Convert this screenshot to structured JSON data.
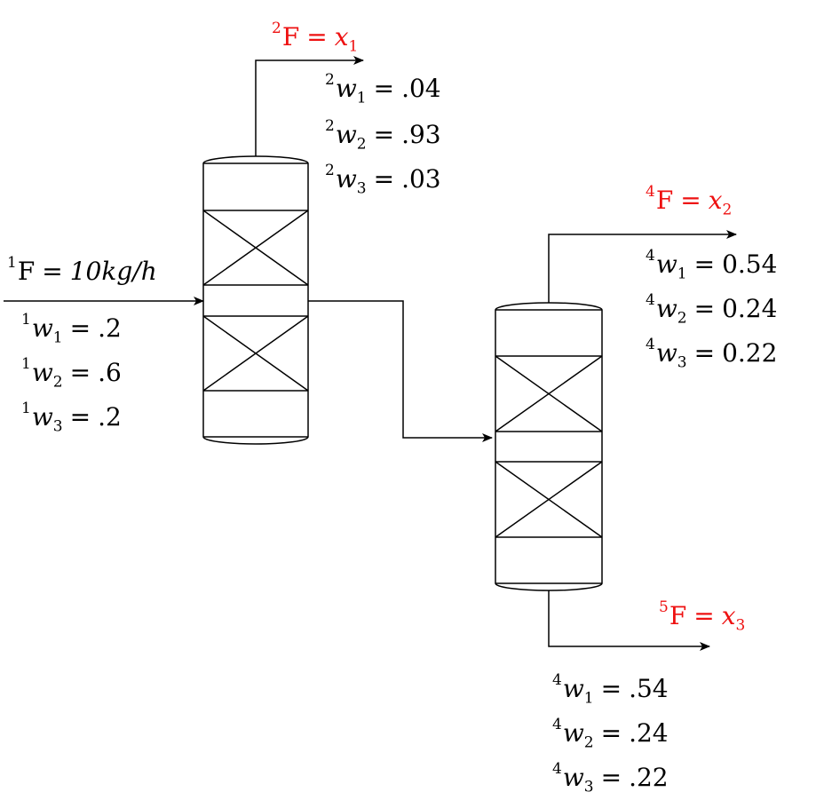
{
  "colors": {
    "stroke": "#000000",
    "product_label": "#ee1111"
  },
  "feed": {
    "stream": "1",
    "symbol": "F",
    "value": "10kg/h",
    "fractions": [
      {
        "stream": "1",
        "var": "w",
        "index": "1",
        "value": ".2"
      },
      {
        "stream": "1",
        "var": "w",
        "index": "2",
        "value": ".6"
      },
      {
        "stream": "1",
        "var": "w",
        "index": "3",
        "value": ".2"
      }
    ]
  },
  "top_product_1": {
    "stream": "2",
    "symbol": "F",
    "var": "x",
    "index": "1",
    "fractions": [
      {
        "stream": "2",
        "var": "w",
        "index": "1",
        "value": ".04"
      },
      {
        "stream": "2",
        "var": "w",
        "index": "2",
        "value": ".93"
      },
      {
        "stream": "2",
        "var": "w",
        "index": "3",
        "value": ".03"
      }
    ]
  },
  "top_product_2": {
    "stream": "4",
    "symbol": "F",
    "var": "x",
    "index": "2",
    "fractions": [
      {
        "stream": "4",
        "var": "w",
        "index": "1",
        "value": "0.54"
      },
      {
        "stream": "4",
        "var": "w",
        "index": "2",
        "value": "0.24"
      },
      {
        "stream": "4",
        "var": "w",
        "index": "3",
        "value": "0.22"
      }
    ]
  },
  "bottom_product_2": {
    "stream": "5",
    "symbol": "F",
    "var": "x",
    "index": "3",
    "fractions": [
      {
        "stream": "4",
        "var": "w",
        "index": "1",
        "value": ".54"
      },
      {
        "stream": "4",
        "var": "w",
        "index": "2",
        "value": ".24"
      },
      {
        "stream": "4",
        "var": "w",
        "index": "3",
        "value": ".22"
      }
    ]
  }
}
